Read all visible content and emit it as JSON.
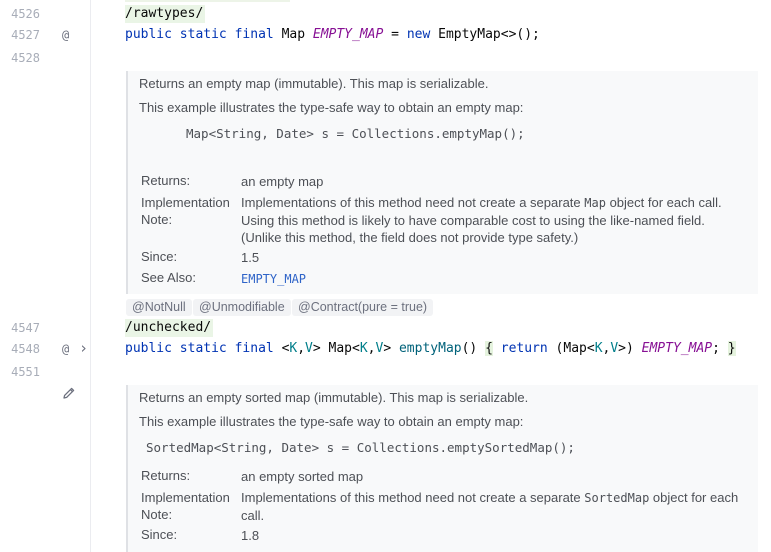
{
  "line_numbers": {
    "l1": "4526",
    "l2": "4527",
    "l3": "4528",
    "l4": "4547",
    "l5": "4548",
    "l6": "4551"
  },
  "gutter_icons": {
    "at1": "@",
    "at2": "@",
    "chevron": "›"
  },
  "code": {
    "line1": "/rawtypes/",
    "line2": {
      "kw1": "public",
      "kw2": "static",
      "kw3": "final",
      "type": "Map",
      "name": "EMPTY_MAP",
      "eq": "=",
      "kw_new": "new",
      "rest": "EmptyMap<>();"
    },
    "line4": "/unchecked/",
    "line5": {
      "kw1": "public",
      "kw2": "static",
      "kw3": "final",
      "lt": "<",
      "k": "K",
      "comma": ",",
      "v": "V",
      "gt": ">",
      "map": " Map<",
      "k2": "K",
      "comma2": ",",
      "v2": "V",
      "gt2": "> ",
      "method": "emptyMap",
      "parens": "()",
      "open": "{",
      "kw_return": "return",
      "cast_open": " (Map<",
      "k3": "K",
      "comma3": ",",
      "v3": "V",
      "cast_close": ">) ",
      "const": "EMPTY_MAP",
      "semi": ";",
      "close": "}"
    }
  },
  "doc1": {
    "summary": "Returns an empty map (immutable). This map is serializable.",
    "example_intro": "This example illustrates the type-safe way to obtain an empty map:",
    "example_code": "Map<String, Date> s = Collections.emptyMap();",
    "returns_label": "Returns:",
    "returns_value": "an empty map",
    "impl_label_1": "Implementation",
    "impl_label_2": "Note:",
    "impl_pre": "Implementations of this method need not create a separate ",
    "impl_code": "Map",
    "impl_post": " object for each call. Using this method is likely to have comparable cost to using the like-named field. (Unlike this method, the field does not provide type safety.)",
    "since_label": "Since:",
    "since_value": "1.5",
    "see_label": "See Also:",
    "see_value": "EMPTY_MAP"
  },
  "annotations": {
    "a1": "@NotNull",
    "a2": "@Unmodifiable",
    "a3": "@Contract(pure = true)"
  },
  "doc2": {
    "summary": "Returns an empty sorted map (immutable). This map is serializable.",
    "example_intro": "This example illustrates the type-safe way to obtain an empty map:",
    "example_code": "SortedMap<String, Date> s = Collections.emptySortedMap();",
    "returns_label": "Returns:",
    "returns_value": "an empty sorted map",
    "impl_label_1": "Implementation",
    "impl_label_2": "Note:",
    "impl_pre": "Implementations of this method need not create a separate ",
    "impl_code": "SortedMap",
    "impl_post": " object for each call.",
    "since_label": "Since:",
    "since_value": "1.8"
  }
}
